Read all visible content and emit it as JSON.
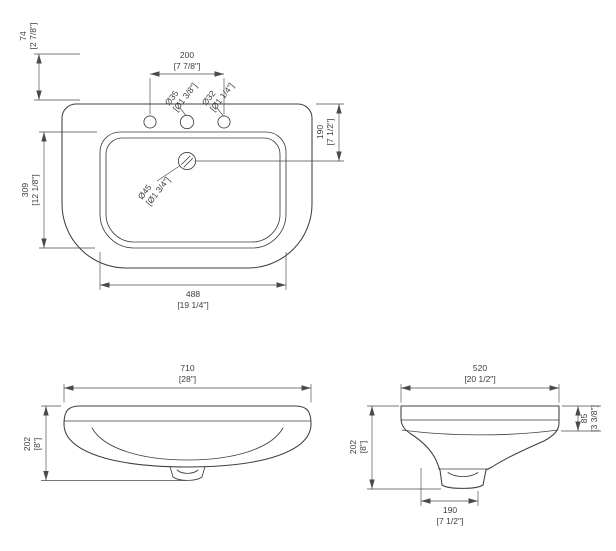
{
  "sheet": {
    "background": "#ffffff",
    "line_color": "#3f3f3f",
    "dim_color": "#4a4a4a"
  },
  "plan_view": {
    "hole_spacing": {
      "mm": "200",
      "inch": "[7 7/8\"]"
    },
    "back_offset": {
      "mm": "74",
      "inch": "[2 7/8\"]"
    },
    "center_hole_dia": {
      "mm": "Ø35",
      "inch": "[Ø1 3/8\"]"
    },
    "right_hole_dia": {
      "mm": "Ø32",
      "inch": "[Ø1 1/4\"]"
    },
    "back_to_drain": {
      "mm": "190",
      "inch": "[7 1/2\"]"
    },
    "bowl_depth": {
      "mm": "309",
      "inch": "[12 1/8\"]"
    },
    "drain_dia": {
      "mm": "Ø45",
      "inch": "[Ø1 3/4\"]"
    },
    "bowl_width": {
      "mm": "488",
      "inch": "[19 1/4\"]"
    }
  },
  "front_view": {
    "overall_width": {
      "mm": "710",
      "inch": "[28\"]"
    },
    "overall_height": {
      "mm": "202",
      "inch": "[8\"]"
    }
  },
  "side_view": {
    "overall_depth": {
      "mm": "520",
      "inch": "[20 1/2\"]"
    },
    "rim_height": {
      "mm": "85",
      "inch": "[3 3/8\"]"
    },
    "overall_height": {
      "mm": "202",
      "inch": "[8\"]"
    },
    "foot_depth": {
      "mm": "190",
      "inch": "[7 1/2\"]"
    }
  }
}
